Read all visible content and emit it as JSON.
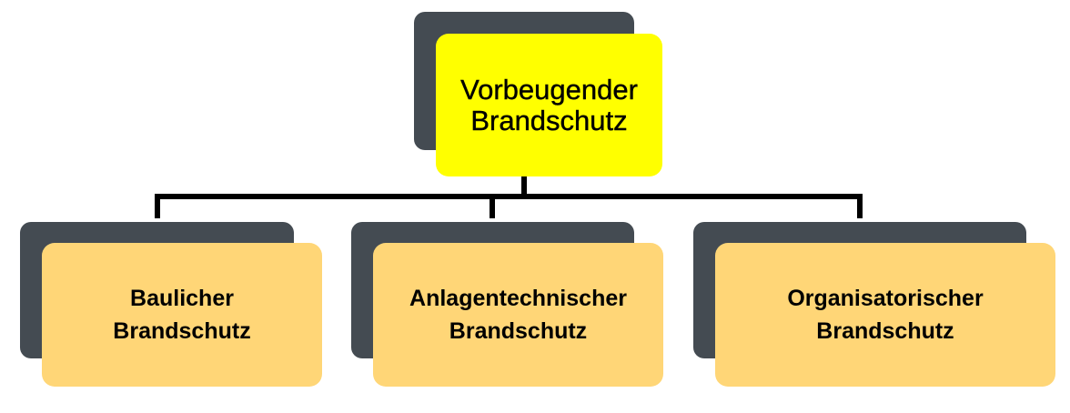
{
  "diagram": {
    "root": {
      "line1": "Vorbeugender",
      "line2": "Brandschutz"
    },
    "children": [
      {
        "line1": "Baulicher",
        "line2": "Brandschutz"
      },
      {
        "line1": "Anlagentechnischer",
        "line2": "Brandschutz"
      },
      {
        "line1": "Organisatorischer",
        "line2": "Brandschutz"
      }
    ]
  },
  "colors": {
    "root_fill": "#ffff00",
    "child_fill": "#ffd677",
    "shadow": "#444b52",
    "connector": "#000000"
  }
}
